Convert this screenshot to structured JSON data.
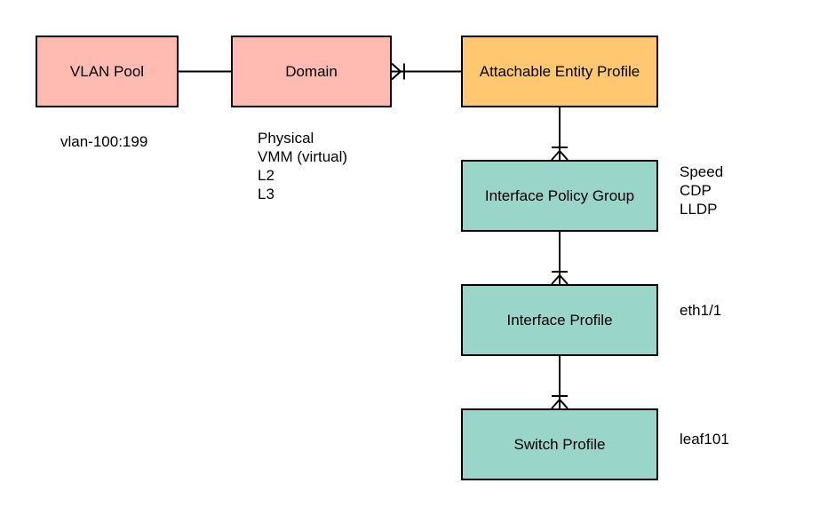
{
  "colors": {
    "pink": "#ffbbb1",
    "orange": "#ffc870",
    "teal": "#9ad5ca",
    "stroke": "#000000"
  },
  "nodes": {
    "vlan_pool": {
      "label": "VLAN Pool"
    },
    "domain": {
      "label": "Domain"
    },
    "aep": {
      "label": "Attachable Entity Profile"
    },
    "ipg": {
      "label": "Interface Policy Group"
    },
    "interface_profile": {
      "label": "Interface Profile"
    },
    "switch_profile": {
      "label": "Switch Profile"
    }
  },
  "notes": {
    "vlan_pool": [
      "vlan-100:199"
    ],
    "domain": [
      "Physical",
      "VMM (virtual)",
      "L2",
      "L3"
    ],
    "ipg": [
      "Speed",
      "CDP",
      "LLDP"
    ],
    "interface_profile": [
      "eth1/1"
    ],
    "switch_profile": [
      "leaf101"
    ]
  },
  "connectors": [
    {
      "from": "vlan_pool",
      "to": "domain",
      "end": "none"
    },
    {
      "from": "aep",
      "to": "domain",
      "end": "crow-foot"
    },
    {
      "from": "aep",
      "to": "ipg",
      "end": "crow-foot"
    },
    {
      "from": "ipg",
      "to": "interface_profile",
      "end": "crow-foot"
    },
    {
      "from": "interface_profile",
      "to": "switch_profile",
      "end": "crow-foot"
    }
  ]
}
